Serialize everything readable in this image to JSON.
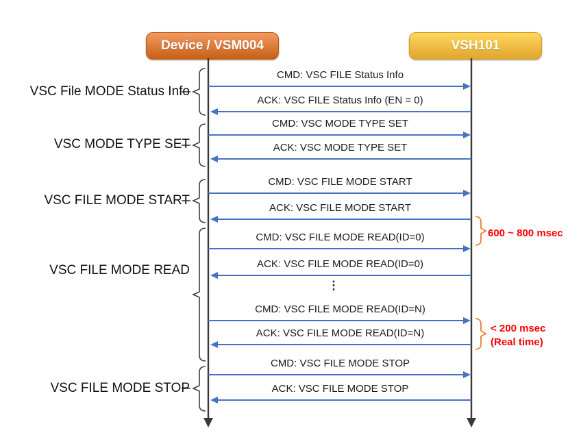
{
  "actors": [
    {
      "name": "Device / VSM004"
    },
    {
      "name": "VSH101"
    }
  ],
  "groups": [
    {
      "label": "VSC File MODE Status Info"
    },
    {
      "label": "VSC MODE TYPE SET"
    },
    {
      "label": "VSC FILE MODE START"
    },
    {
      "label": "VSC FILE MODE READ"
    },
    {
      "label": "VSC FILE MODE STOP"
    }
  ],
  "messages": [
    {
      "label": "CMD: VSC FILE Status Info",
      "direction": "right"
    },
    {
      "label": "ACK: VSC FILE Status Info (EN = 0)",
      "direction": "left"
    },
    {
      "label": "CMD: VSC MODE TYPE SET",
      "direction": "right"
    },
    {
      "label": "ACK: VSC MODE TYPE SET",
      "direction": "left"
    },
    {
      "label": "CMD: VSC FILE MODE START",
      "direction": "right"
    },
    {
      "label": "ACK: VSC FILE MODE START",
      "direction": "left"
    },
    {
      "label": "CMD: VSC FILE MODE READ(ID=0)",
      "direction": "right"
    },
    {
      "label": "ACK: VSC FILE MODE READ(ID=0)",
      "direction": "left"
    },
    {
      "label": "CMD: VSC FILE MODE READ(ID=N)",
      "direction": "right"
    },
    {
      "label": "ACK: VSC FILE MODE READ(ID=N)",
      "direction": "left"
    },
    {
      "label": "CMD: VSC FILE MODE STOP",
      "direction": "right"
    },
    {
      "label": "ACK: VSC FILE MODE STOP",
      "direction": "left"
    }
  ],
  "ellipsis": "⋮",
  "annotations": [
    {
      "lines": [
        "600 ~ 800 msec"
      ]
    },
    {
      "lines": [
        "< 200 msec",
        "(Real time)"
      ]
    }
  ],
  "colors": {
    "arrow_blue": "#4472C4",
    "lifeline_dark": "#383838",
    "brace_black": "#3D3D3D",
    "brace_orange": "#ED7D31",
    "annotation_red": "#FF0000",
    "device_gradient_top": "#F19A62",
    "device_gradient_bottom": "#C85F16",
    "host_gradient_top": "#FFD75C",
    "host_gradient_bottom": "#E0A52F"
  }
}
